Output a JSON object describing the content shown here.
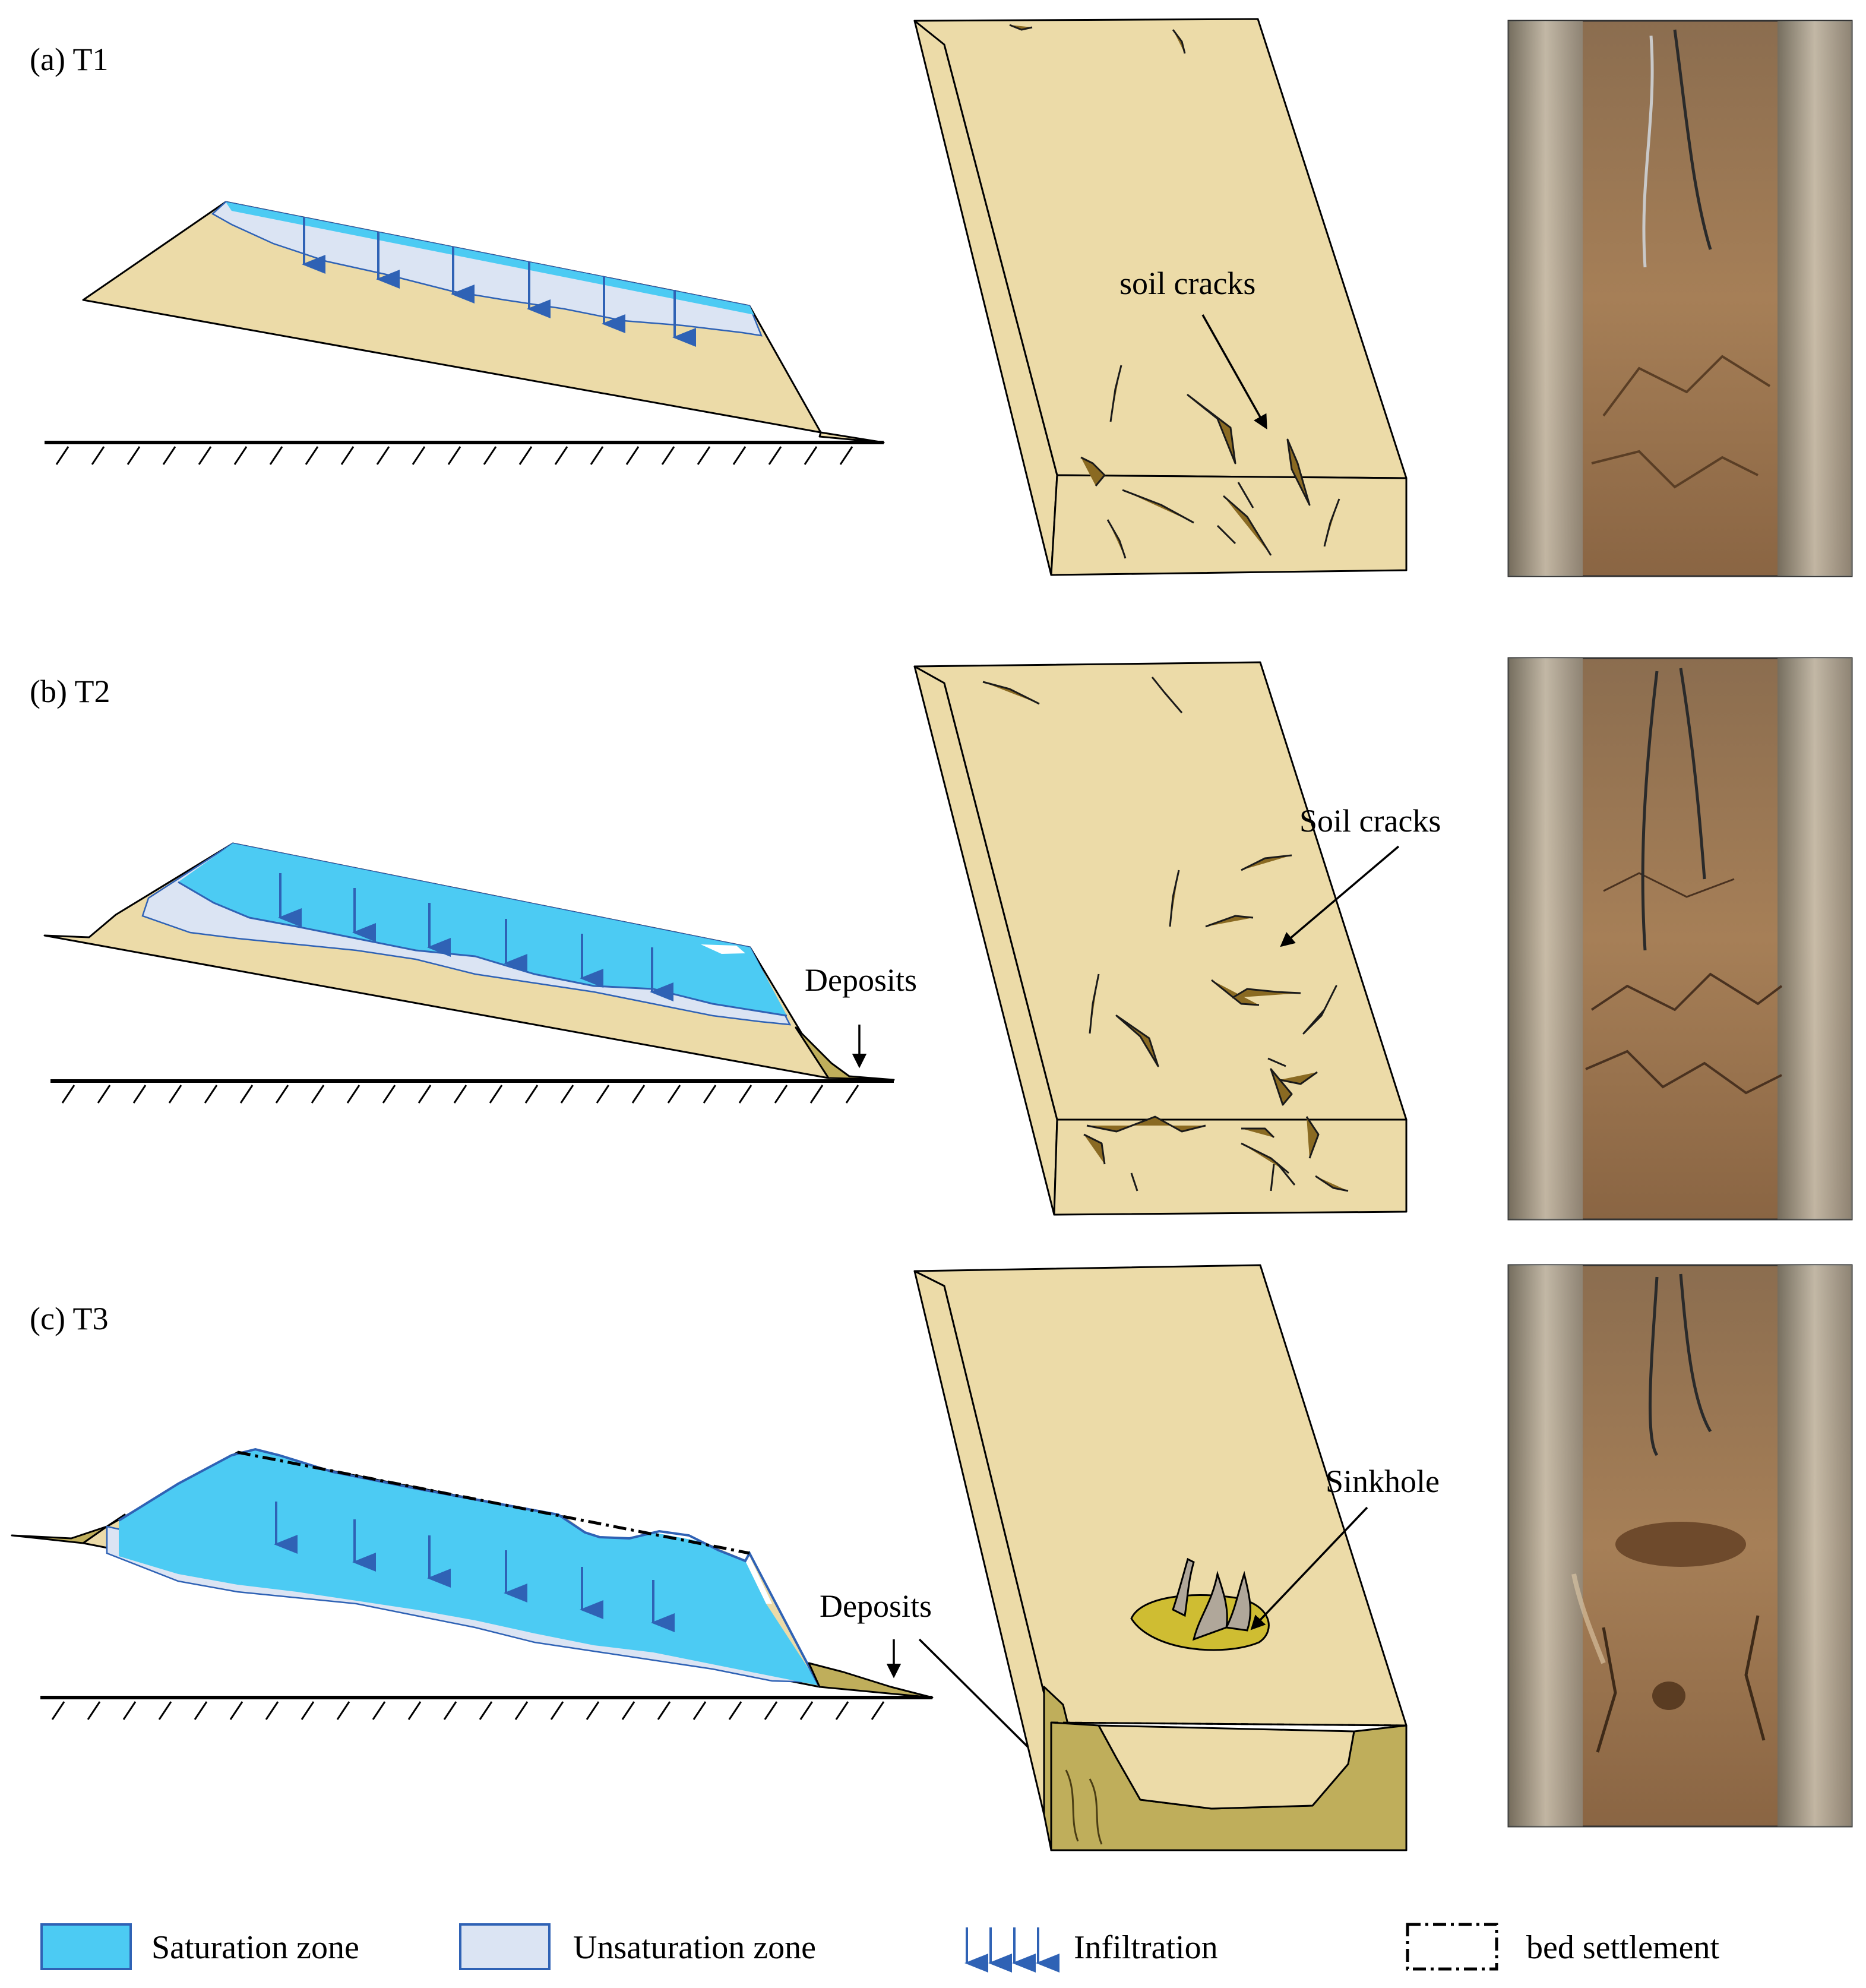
{
  "panels": [
    {
      "id": "a",
      "label": "(a) T1",
      "crack_label": "soil cracks"
    },
    {
      "id": "b",
      "label": "(b) T2",
      "crack_label": "Soil cracks",
      "deposit_label": "Deposits"
    },
    {
      "id": "c",
      "label": "(c) T3",
      "sinkhole_label": "Sinkhole",
      "deposit_label": "Deposits"
    }
  ],
  "legend": {
    "saturation": "Saturation zone",
    "unsaturation": "Unsaturation zone",
    "infiltration": "Infiltration",
    "bed_settlement": "bed settlement"
  },
  "colors": {
    "saturation": "#4ccbf3",
    "unsaturation": "#dbe4f3",
    "soil": "#ecdba8",
    "deposit": "#bfae5b",
    "infiltration_arrow": "#2f62b5"
  }
}
